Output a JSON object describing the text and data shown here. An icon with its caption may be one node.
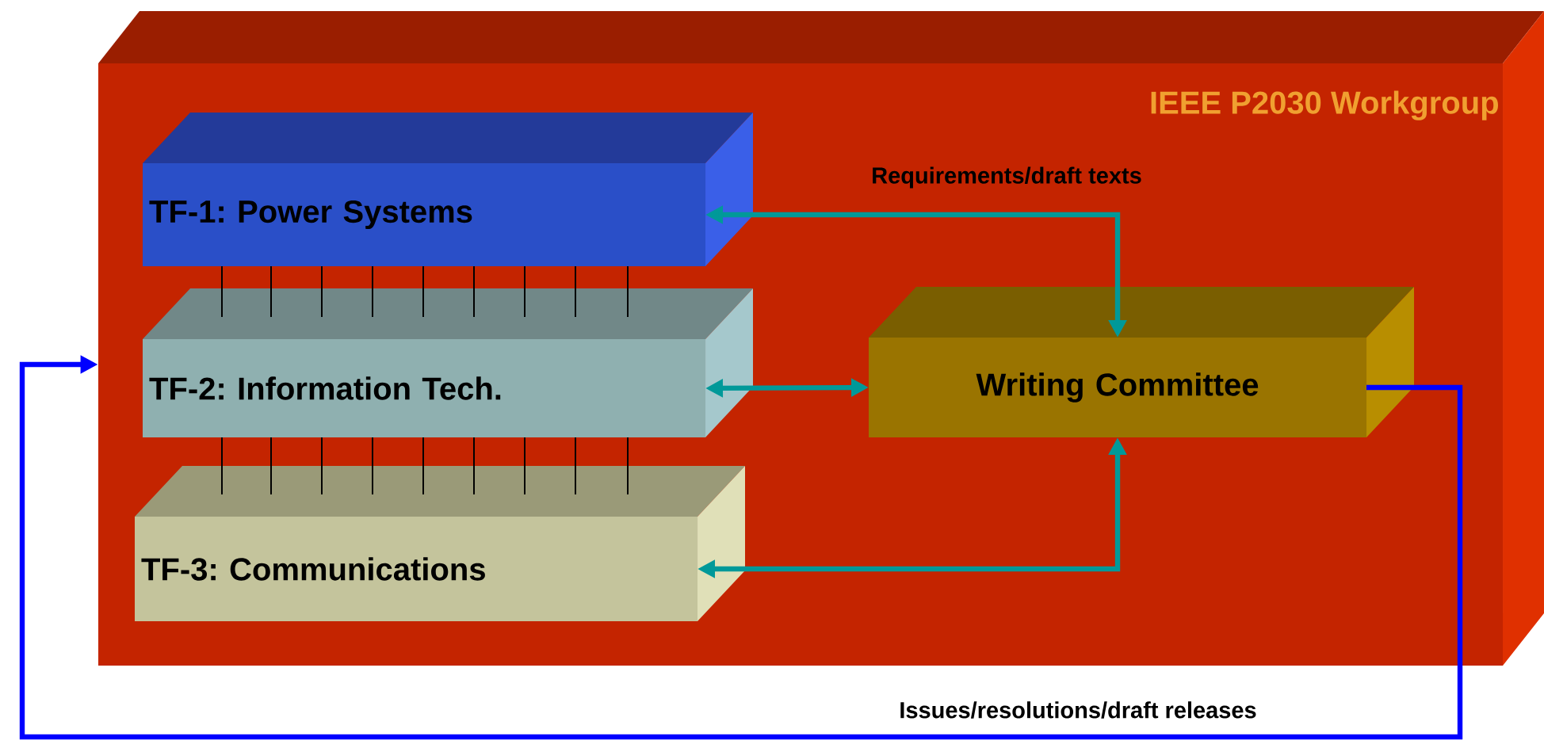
{
  "diagram": {
    "nodes": [
      {
        "text": [
          "IEEE P2030 Workgroup"
        ]
      },
      {
        "text": [
          "TF-1: Power Systems"
        ],
        "in": 0
      },
      {
        "text": [
          "TF-2: Information Tech."
        ],
        "in": 0
      },
      {
        "text": [
          "TF-3: Communications"
        ],
        "in": 0
      },
      {
        "text": [
          "Writing Committee"
        ],
        "in": 0
      }
    ],
    "edges": [
      {
        "from": 4,
        "to": 1,
        "arrow": "both",
        "label": "Requirements/draft texts",
        "style": "thick",
        "color": "#009999"
      },
      {
        "from": 2,
        "to": 4,
        "arrow": "both",
        "style": "thick",
        "color": "#009999"
      },
      {
        "from": 4,
        "to": 3,
        "arrow": "both",
        "style": "thick",
        "color": "#009999"
      },
      {
        "from": 4,
        "to": 0,
        "arrow": "to",
        "label": "Issues/resolutions/draft releases",
        "style": "thick",
        "color": "#0000ff"
      },
      {
        "from": 1,
        "to": 2,
        "arrow": "none"
      },
      {
        "from": 1,
        "to": 2,
        "arrow": "none"
      },
      {
        "from": 1,
        "to": 2,
        "arrow": "none"
      },
      {
        "from": 1,
        "to": 2,
        "arrow": "none"
      },
      {
        "from": 1,
        "to": 2,
        "arrow": "none"
      },
      {
        "from": 1,
        "to": 2,
        "arrow": "none"
      },
      {
        "from": 1,
        "to": 2,
        "arrow": "none"
      },
      {
        "from": 1,
        "to": 2,
        "arrow": "none"
      },
      {
        "from": 1,
        "to": 2,
        "arrow": "none"
      },
      {
        "from": 2,
        "to": 3,
        "arrow": "none"
      },
      {
        "from": 2,
        "to": 3,
        "arrow": "none"
      },
      {
        "from": 2,
        "to": 3,
        "arrow": "none"
      },
      {
        "from": 2,
        "to": 3,
        "arrow": "none"
      },
      {
        "from": 2,
        "to": 3,
        "arrow": "none"
      },
      {
        "from": 2,
        "to": 3,
        "arrow": "none"
      },
      {
        "from": 2,
        "to": 3,
        "arrow": "none"
      },
      {
        "from": 2,
        "to": 3,
        "arrow": "none"
      },
      {
        "from": 2,
        "to": 3,
        "arrow": "none"
      }
    ]
  }
}
